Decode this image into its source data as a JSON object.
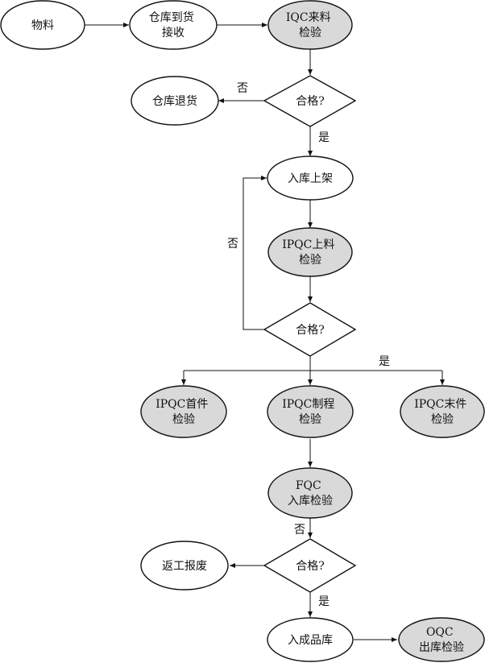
{
  "colors": {
    "plain_fill": "#ffffff",
    "inspection_fill": "#d9d9d9",
    "stroke": "#111111"
  },
  "nodes": {
    "material": {
      "lines": [
        "物料"
      ]
    },
    "warehouse_receive": {
      "lines": [
        "仓库到货",
        "接收"
      ]
    },
    "iqc": {
      "lines": [
        "IQC来料",
        "检验"
      ]
    },
    "decision_1": {
      "lines": [
        "合格?"
      ]
    },
    "warehouse_return": {
      "lines": [
        "仓库退货"
      ]
    },
    "stock_in": {
      "lines": [
        "入库上架"
      ]
    },
    "ipqc_feed": {
      "lines": [
        "IPQC上料",
        "检验"
      ]
    },
    "decision_2": {
      "lines": [
        "合格?"
      ]
    },
    "ipqc_first": {
      "lines": [
        "IPQC首件",
        "检验"
      ]
    },
    "ipqc_process": {
      "lines": [
        "IPQC制程",
        "检验"
      ]
    },
    "ipqc_last": {
      "lines": [
        "IPQC末件",
        "检验"
      ]
    },
    "fqc": {
      "lines": [
        "FQC",
        "入库检验"
      ]
    },
    "decision_3": {
      "lines": [
        "合格?"
      ]
    },
    "rework_scrap": {
      "lines": [
        "返工报废"
      ]
    },
    "finished_stock": {
      "lines": [
        "入成品库"
      ]
    },
    "oqc": {
      "lines": [
        "OQC",
        "出库检验"
      ]
    }
  },
  "edge_labels": {
    "d1_no": "否",
    "d1_yes": "是",
    "d2_no": "否",
    "d2_yes": "是",
    "d3_no": "否",
    "d3_yes": "是"
  }
}
